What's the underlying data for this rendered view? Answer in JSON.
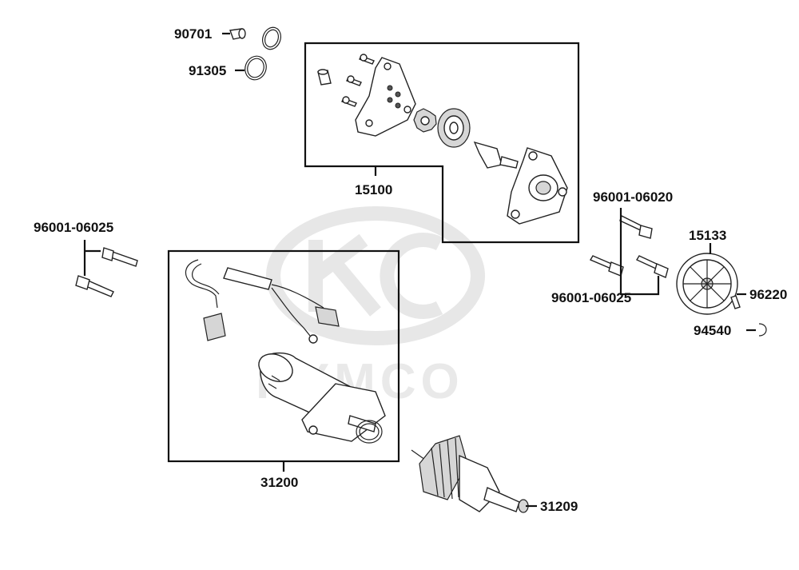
{
  "diagram": {
    "watermark_text": "KYMCO",
    "part_labels": {
      "p90701": "90701",
      "p91305": "91305",
      "p15100": "15100",
      "p96001_06025_left": "96001-06025",
      "p31200": "31200",
      "p31209": "31209",
      "p96001_06020": "96001-06020",
      "p96001_06025_right": "96001-06025",
      "p15133": "15133",
      "p96220": "96220",
      "p94540": "94540"
    }
  }
}
